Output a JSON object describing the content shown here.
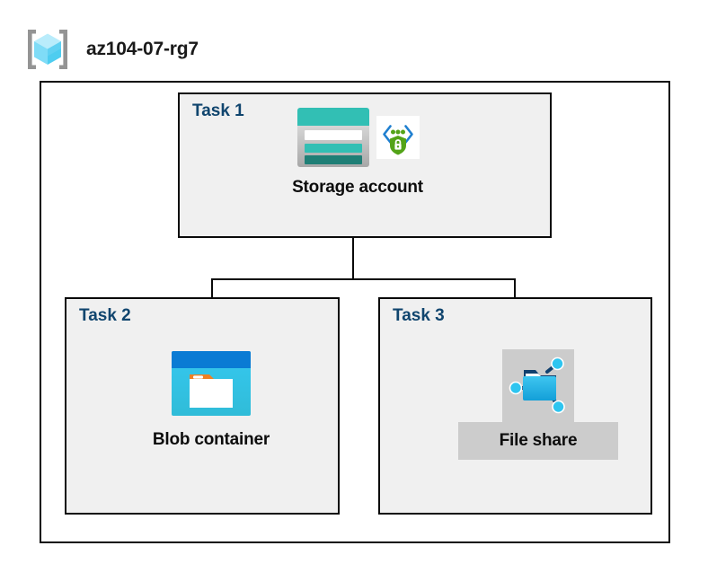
{
  "resource_group": {
    "icon": "resource-group-cube-icon",
    "name": "az104-07-rg7"
  },
  "diagram": {
    "title": "az104-07-rg7",
    "tasks": [
      {
        "id": "task-1",
        "label": "Task 1",
        "node": {
          "caption": "Storage account",
          "icons": [
            "storage-account-icon",
            "secure-access-shield-icon"
          ],
          "highlighted": false
        }
      },
      {
        "id": "task-2",
        "label": "Task 2",
        "node": {
          "caption": "Blob container",
          "icons": [
            "blob-container-icon"
          ],
          "highlighted": false
        }
      },
      {
        "id": "task-3",
        "label": "Task 3",
        "node": {
          "caption": "File share",
          "icons": [
            "file-share-icon"
          ],
          "highlighted": true
        }
      }
    ],
    "connections": [
      {
        "from": "Storage account",
        "to": "Blob container"
      },
      {
        "from": "Storage account",
        "to": "File share"
      }
    ]
  },
  "colors": {
    "frame_border": "#0a0a0a",
    "task_fill": "#f0f0f0",
    "task_label": "#10456e",
    "caption_text": "#0d0d0d",
    "highlight_plate": "#cccccc",
    "storage_teal": "#32bfb4",
    "storage_teal_dark": "#1f7f76",
    "blob_blue": "#0078d4",
    "blob_cyan": "#32c3e8",
    "blob_orange": "#f08022",
    "share_cyan": "#2ec5f0",
    "share_navy": "#11406e",
    "shield_green": "#53a318",
    "cube_cyan": "#9fe5f8",
    "cube_bracket_gray": "#949494"
  }
}
